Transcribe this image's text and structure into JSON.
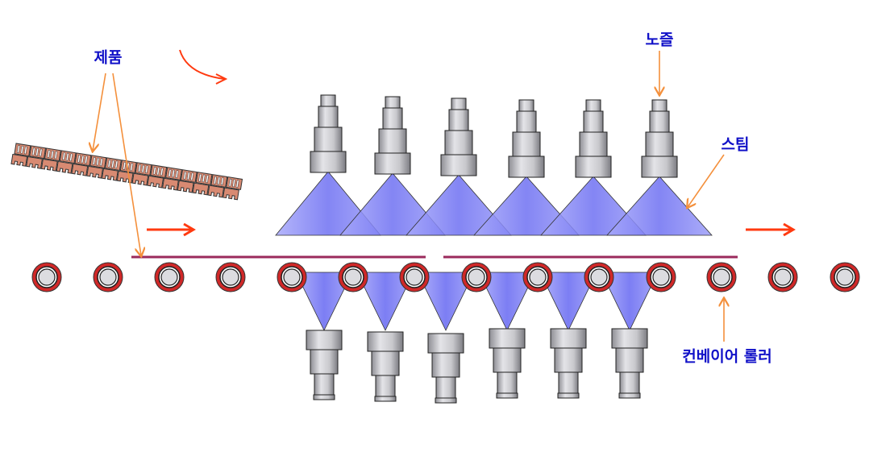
{
  "labels": {
    "product": "제품",
    "nozzle": "노즐",
    "steam": "스팀",
    "conveyor_roller": "컨베이어 롤러"
  },
  "counts": {
    "top_nozzles": 6,
    "bottom_nozzles": 6,
    "rollers": 14,
    "product_links": 15
  },
  "colors": {
    "label": "#1010c8",
    "leader": "#f4903c",
    "arrow": "#ff3a10",
    "belt": "#9b2a5c",
    "steam": "#7a7cf6",
    "roller_ring": "#d02828",
    "product": "#d88a72",
    "nozzle": "#c8c8cc"
  }
}
